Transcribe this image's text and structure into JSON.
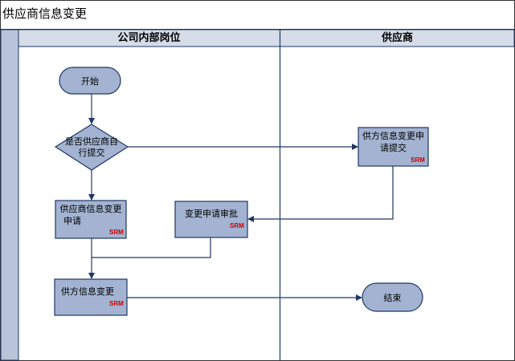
{
  "title": "供应商信息变更",
  "lanes": [
    {
      "name": "公司内部岗位"
    },
    {
      "name": "供应商"
    }
  ],
  "nodes": {
    "start": {
      "label": "开始"
    },
    "decision": {
      "label_line1": "是否供应商自",
      "label_line2": "行提交"
    },
    "supplier_request": {
      "label_line1": "供方信息变更申",
      "label_line2": "请提交",
      "tag": "SRM"
    },
    "internal_request": {
      "label_line1": "供应商信息变更",
      "label_line2": "申请",
      "tag": "SRM"
    },
    "approval": {
      "label": "变更申请审批",
      "tag": "SRM"
    },
    "change": {
      "label": "供方信息变更",
      "tag": "SRM"
    },
    "end": {
      "label": "结束"
    }
  },
  "colors": {
    "lane_header_bg": "#d6dce8",
    "left_strip": "#b7c4da",
    "box_fill": "#a3b3d1",
    "box_stroke": "#1f3864",
    "arrow": "#1f3864",
    "srm_text": "#cc0000"
  }
}
